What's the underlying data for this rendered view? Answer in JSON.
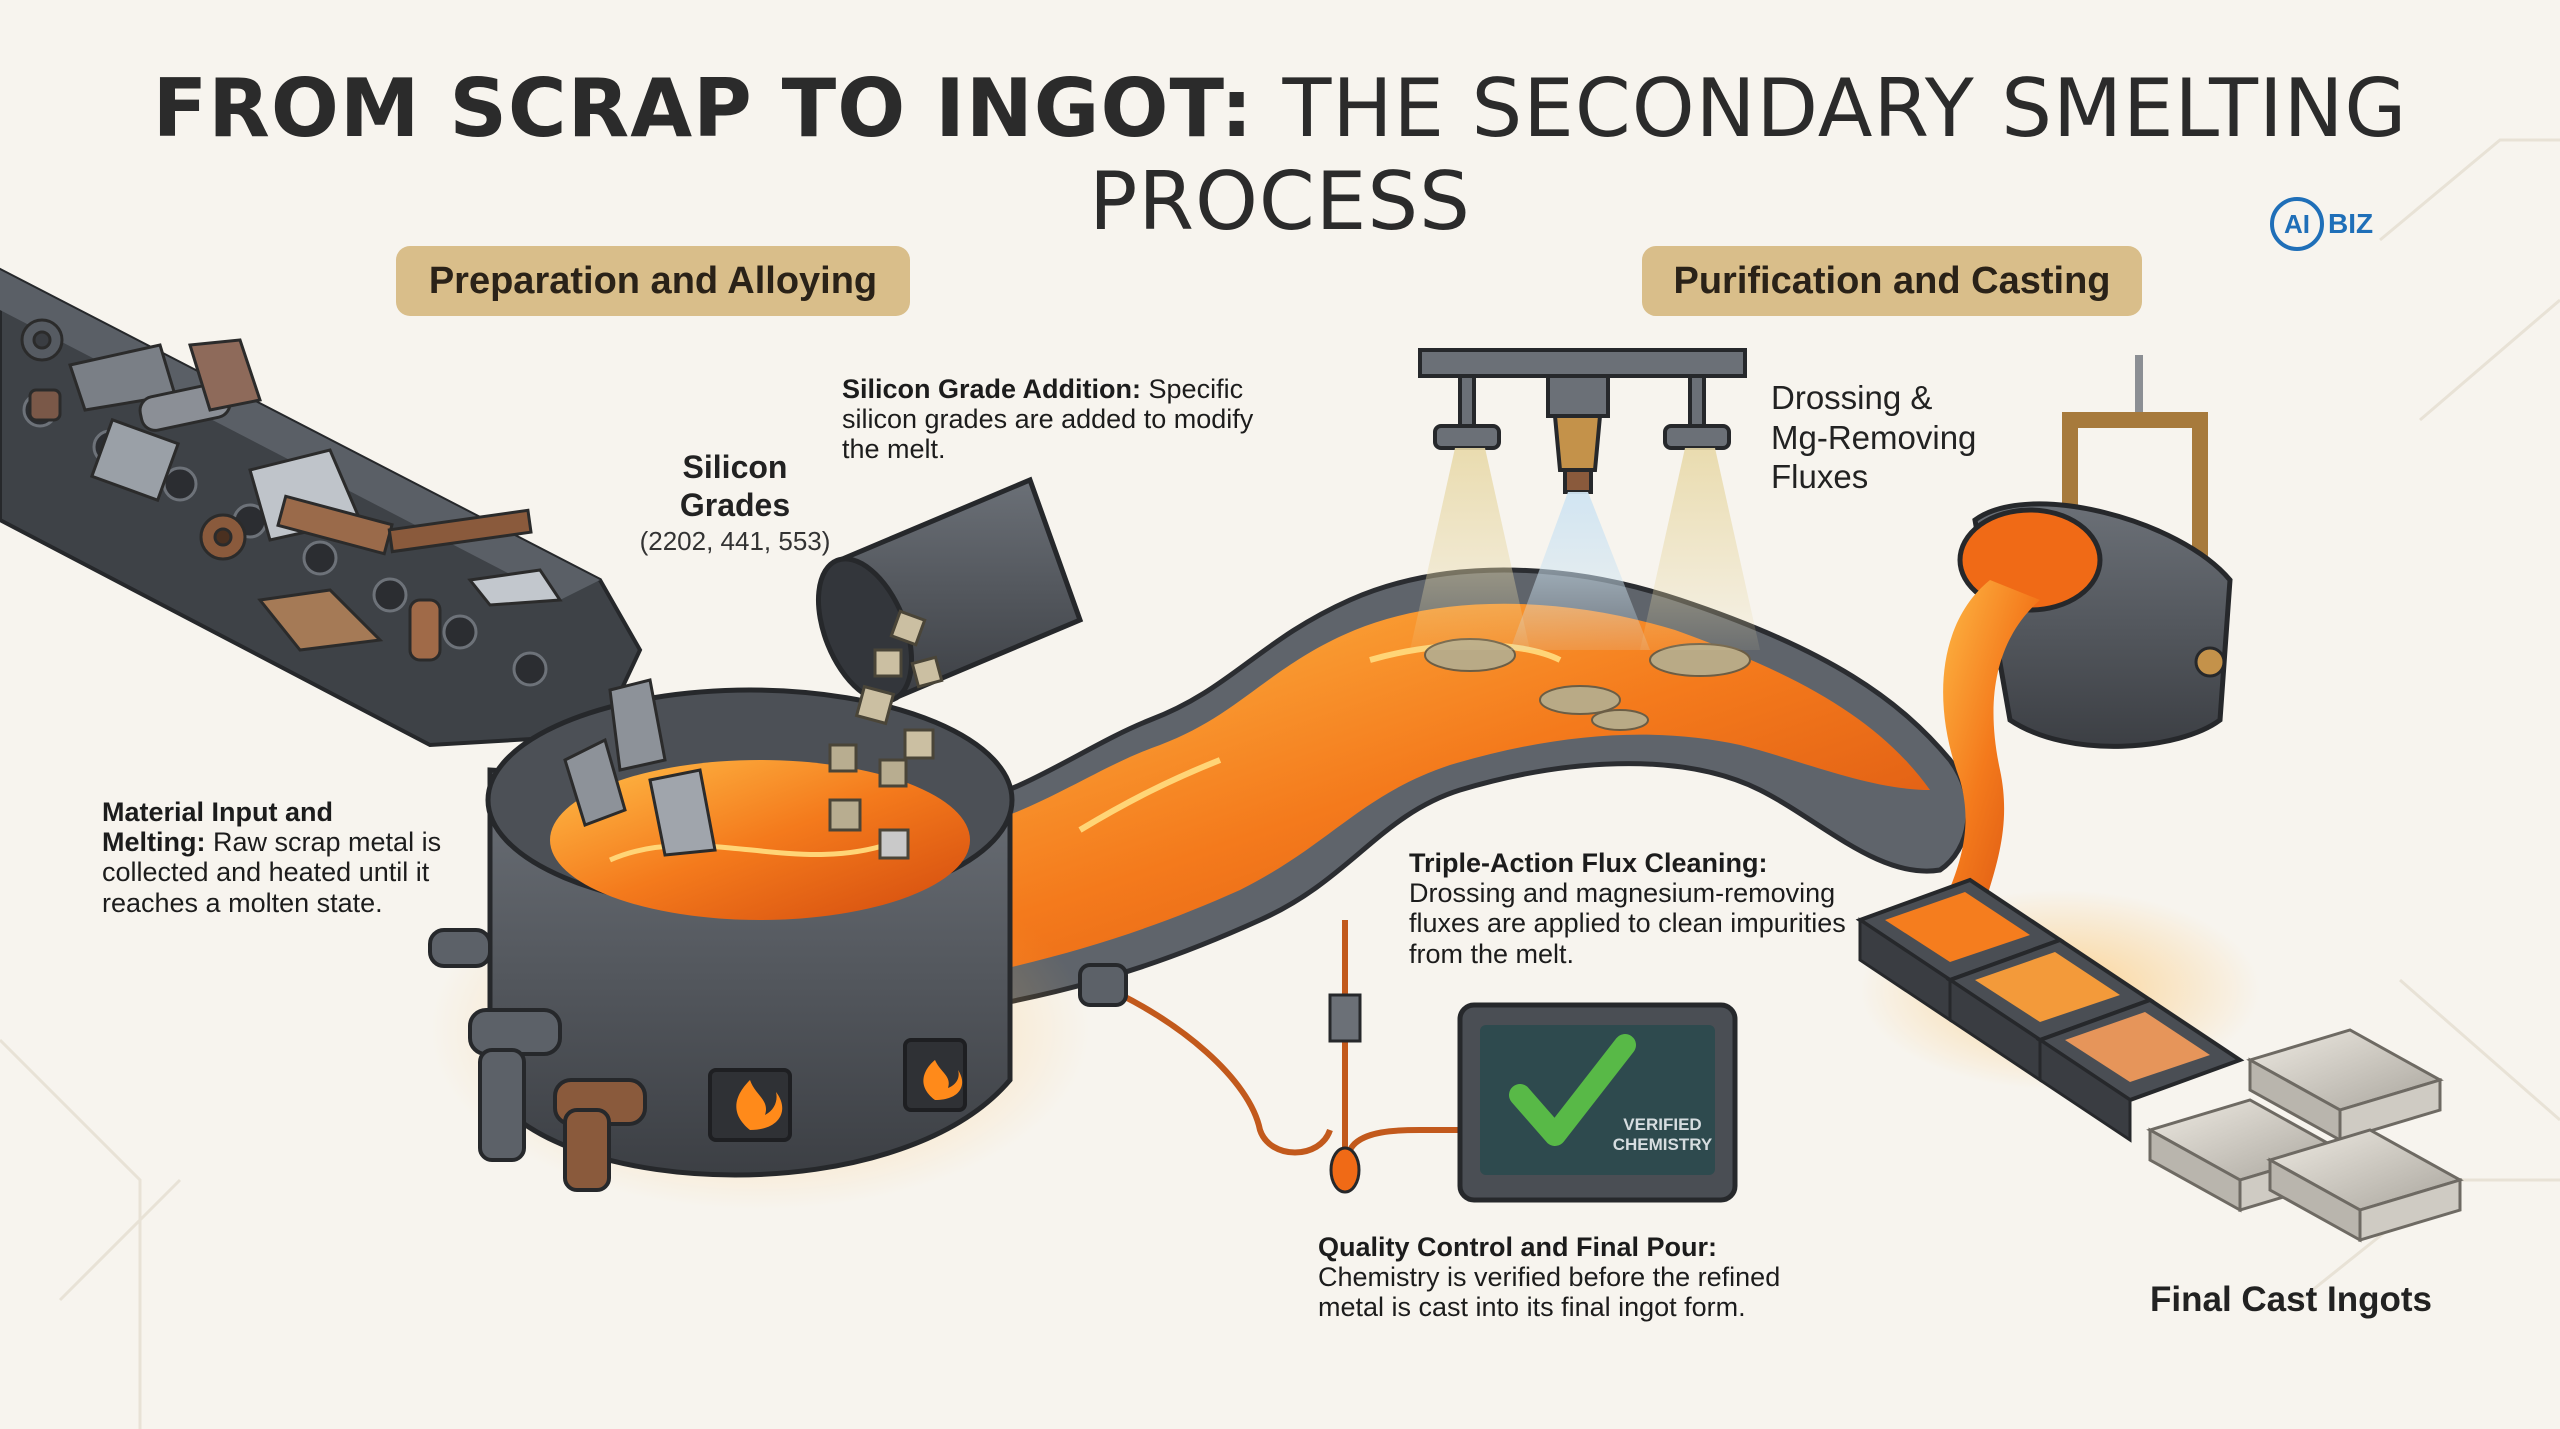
{
  "title": {
    "bold_part": "FROM SCRAP TO INGOT:",
    "light_part": "THE SECONDARY SMELTING PROCESS"
  },
  "logo": {
    "ring_text": "AI",
    "text": "BIZ"
  },
  "sections": {
    "left": "Preparation and Alloying",
    "right": "Purification and Casting"
  },
  "silicon": {
    "label_line1": "Silicon",
    "label_line2": "Grades",
    "grades": "(2202, 441, 553)"
  },
  "annotations": {
    "silicon_addition": {
      "heading": "Silicon Grade Addition:",
      "body_1": "Specific",
      "body_2": "silicon grades are added to modify",
      "body_3": "the melt."
    },
    "material_input": {
      "heading_1": "Material Input and",
      "heading_2": "Melting:",
      "body_1": "Raw scrap metal is",
      "body_2": "collected and heated until it",
      "body_3": "reaches a molten state."
    },
    "flux_cleaning": {
      "heading": "Triple-Action Flux Cleaning:",
      "body_1": "Drossing and magnesium-removing",
      "body_2": "fluxes are applied to clean impurities",
      "body_3": "from the melt."
    },
    "quality_control": {
      "heading": "Quality Control and Final Pour:",
      "body_1": "Chemistry is verified before the refined",
      "body_2": "metal is cast into its final ingot form."
    }
  },
  "fluxes_label": {
    "line1": "Drossing &",
    "line2": "Mg-Removing",
    "line3": "Fluxes"
  },
  "monitor": {
    "line1": "VERIFIED",
    "line2": "CHEMISTRY"
  },
  "ingots_label": "Final Cast Ingots",
  "colors": {
    "background": "#f7f4ee",
    "pill": "#d9be8a",
    "molten": "#f06a16",
    "molten_light": "#ffb13a",
    "steel": "#55595f",
    "steel_dark": "#34373c",
    "check": "#58b947",
    "logo": "#1f6fb8"
  },
  "icons": [
    "gear-icon",
    "check-icon",
    "flame-icon"
  ]
}
